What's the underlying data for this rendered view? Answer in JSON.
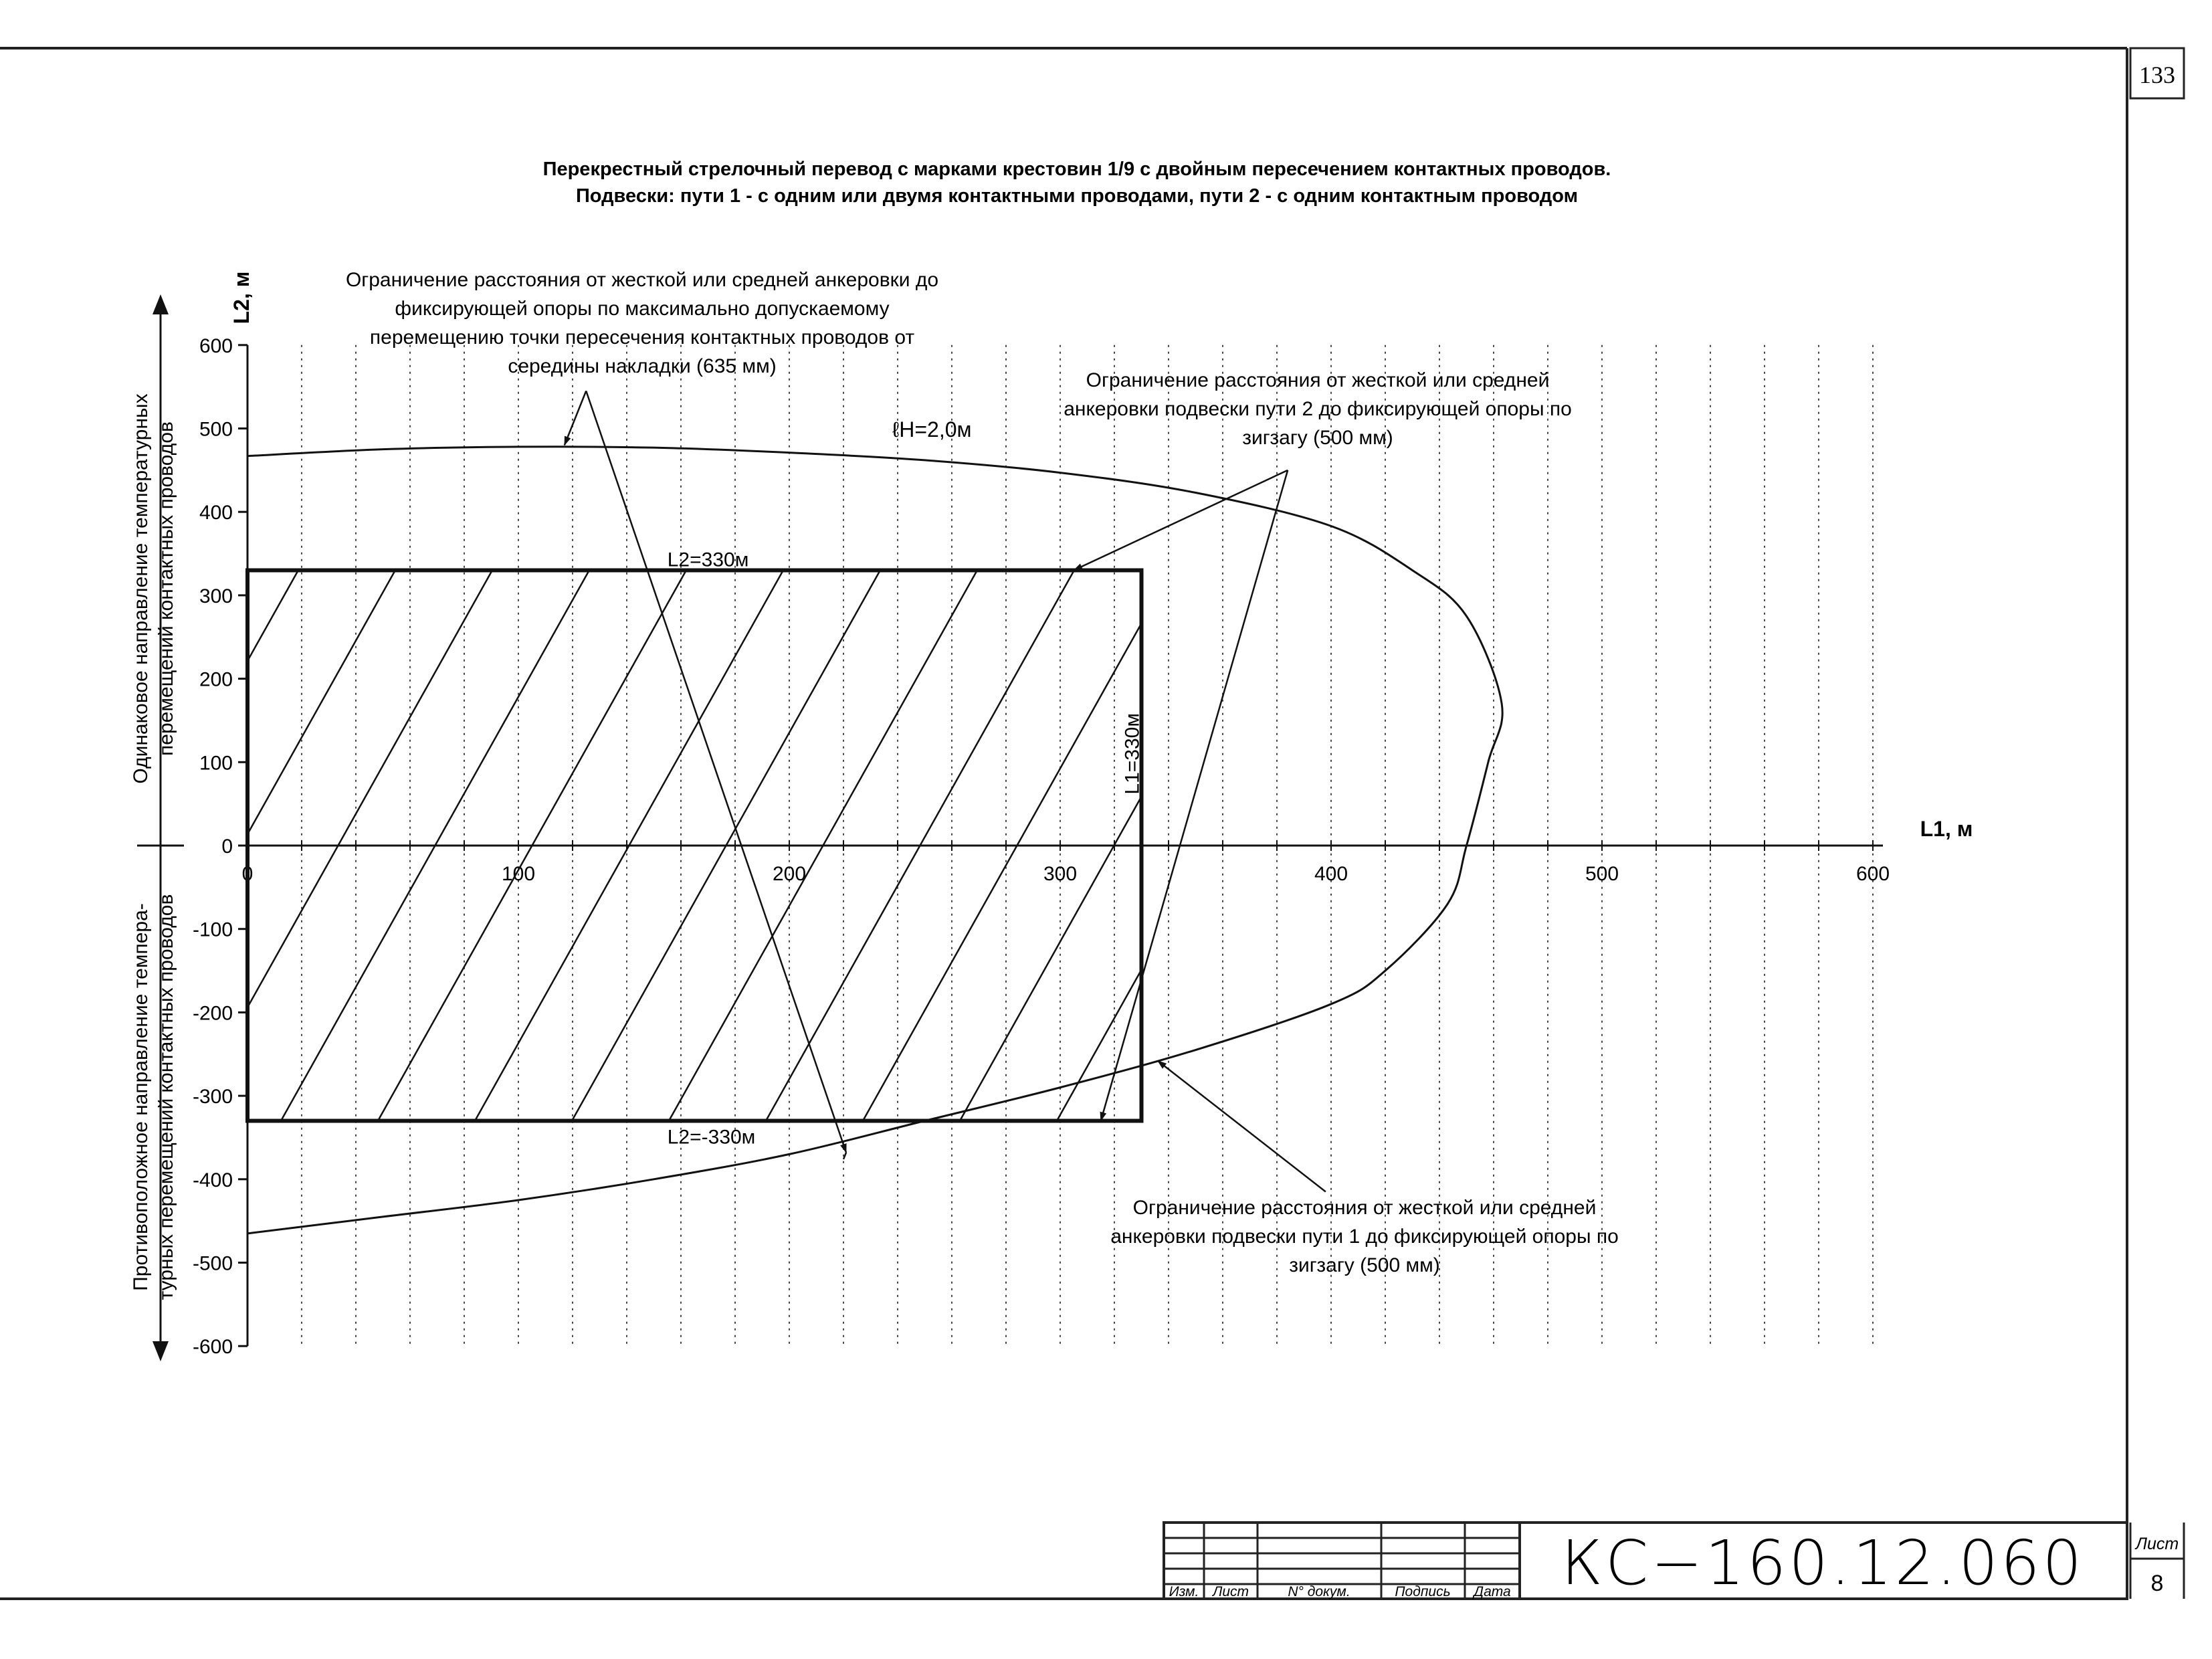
{
  "page_number": "133",
  "title_line1": "Перекрестный стрелочный перевод с марками крестовин 1/9 с двойным пересечением контактных проводов.",
  "title_line2": "Подвески:  пути 1 - с одним или двумя контактными проводами, пути 2 - с одним контактным проводом",
  "stamp": {
    "headers": [
      "Изм.",
      "Лист",
      "N° докум.",
      "Подпись",
      "Дата"
    ],
    "code": "КС−160.12.060",
    "sheet_label": "Лист",
    "sheet_number": "8"
  },
  "chart_data": {
    "type": "line",
    "xlabel": "L1, м",
    "ylabel": "L2, м",
    "xlim": [
      0,
      600
    ],
    "ylim": [
      -600,
      600
    ],
    "x_ticks": [
      0,
      100,
      200,
      300,
      400,
      500,
      600
    ],
    "y_ticks": [
      600,
      500,
      400,
      300,
      200,
      100,
      0,
      -100,
      -200,
      -300,
      -400,
      -500,
      -600
    ],
    "y_side_labels": {
      "upper": [
        "Одинаковое направление температурных",
        "перемещений контактных проводов"
      ],
      "lower": [
        "Противоположное направление темпера-",
        "турных перемещений контактных проводов"
      ]
    },
    "curve_label": "ℓН=2,0м",
    "curve": [
      [
        0,
        467
      ],
      [
        50,
        475
      ],
      [
        100,
        478
      ],
      [
        150,
        477
      ],
      [
        200,
        471
      ],
      [
        250,
        462
      ],
      [
        300,
        447
      ],
      [
        350,
        423
      ],
      [
        400,
        383
      ],
      [
        430,
        330
      ],
      [
        450,
        275
      ],
      [
        463,
        170
      ],
      [
        458,
        100
      ],
      [
        450,
        0
      ],
      [
        443,
        -70
      ],
      [
        420,
        -150
      ],
      [
        400,
        -190
      ],
      [
        350,
        -245
      ],
      [
        300,
        -290
      ],
      [
        250,
        -330
      ],
      [
        200,
        -370
      ],
      [
        150,
        -400
      ],
      [
        100,
        -425
      ],
      [
        50,
        -445
      ],
      [
        0,
        -465
      ]
    ],
    "region": {
      "label_top": "L2=330м",
      "label_bottom": "L2=-330м",
      "label_right": "L1=330м",
      "x": [
        0,
        330
      ],
      "y": [
        -330,
        330
      ]
    },
    "annotations": [
      {
        "lines": [
          "Ограничение расстояния от жесткой или средней анкеровки до",
          "фиксирующей опоры по максимально допускаемому",
          "перемещению точки пересечения контактных проводов от",
          "середины накладки (635 мм)"
        ]
      },
      {
        "lines": [
          "Ограничение расстояния от жесткой или средней",
          "анкеровки подвески пути 2 до фиксирующей опоры по",
          "зигзагу (500 мм)"
        ]
      },
      {
        "lines": [
          "Ограничение расстояния от жесткой или средней",
          "анкеровки подвески пути 1 до фиксирующей опоры по",
          "зигзагу (500 мм)"
        ]
      }
    ]
  }
}
